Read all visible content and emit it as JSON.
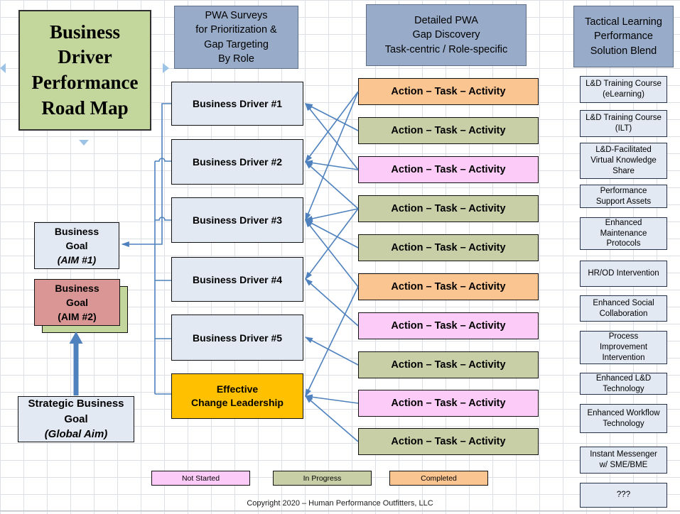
{
  "title": {
    "text": "Business\nDriver\nPerformance\nRoad Map"
  },
  "headers": [
    {
      "label": "PWA Surveys\nfor Prioritization &\nGap Targeting\nBy Role"
    },
    {
      "label": "Detailed PWA\nGap Discovery\nTask-centric / Role-specific"
    },
    {
      "label": "Tactical Learning\nPerformance\nSolution Blend"
    }
  ],
  "drivers": [
    {
      "label": "Business Driver #1"
    },
    {
      "label": "Business Driver #2"
    },
    {
      "label": "Business Driver #3"
    },
    {
      "label": "Business Driver #4"
    },
    {
      "label": "Business Driver #5"
    }
  ],
  "change_leadership": {
    "label": "Effective\nChange Leadership"
  },
  "actions": [
    {
      "label": "Action – Task – Activity",
      "status": "completed"
    },
    {
      "label": "Action – Task – Activity",
      "status": "in_progress"
    },
    {
      "label": "Action – Task – Activity",
      "status": "not_started"
    },
    {
      "label": "Action – Task – Activity",
      "status": "in_progress"
    },
    {
      "label": "Action – Task – Activity",
      "status": "in_progress"
    },
    {
      "label": "Action – Task – Activity",
      "status": "completed"
    },
    {
      "label": "Action – Task – Activity",
      "status": "not_started"
    },
    {
      "label": "Action – Task – Activity",
      "status": "in_progress"
    },
    {
      "label": "Action – Task – Activity",
      "status": "not_started"
    },
    {
      "label": "Action – Task – Activity",
      "status": "in_progress"
    }
  ],
  "solutions": [
    {
      "label": "L&D Training Course\n(eLearning)"
    },
    {
      "label": "L&D Training Course\n(ILT)"
    },
    {
      "label": "L&D-Facilitated\nVirtual Knowledge\nShare"
    },
    {
      "label": "Performance\nSupport Assets"
    },
    {
      "label": "Enhanced\nMaintenance\nProtocols"
    },
    {
      "label": "HR/OD Intervention"
    },
    {
      "label": "Enhanced Social\nCollaboration"
    },
    {
      "label": "Process\nImprovement\nIntervention"
    },
    {
      "label": "Enhanced L&D\nTechnology"
    },
    {
      "label": "Enhanced Workflow\nTechnology"
    },
    {
      "label": "Instant Messenger\nw/ SME/BME"
    },
    {
      "label": "???"
    }
  ],
  "goals": {
    "aim1": {
      "line1": "Business",
      "line2": "Goal",
      "aim": "(AIM #1)"
    },
    "aim2": {
      "line1": "Business",
      "line2": "Goal",
      "aim": "(AIM #2)"
    },
    "strategic": {
      "line1": "Strategic Business",
      "line2": "Goal",
      "aim": "(Global Aim)"
    }
  },
  "legend": [
    {
      "label": "Not Started",
      "status": "not_started"
    },
    {
      "label": "In Progress",
      "status": "in_progress"
    },
    {
      "label": "Completed",
      "status": "completed"
    }
  ],
  "copyright": "Copyright 2020 – Human Performance Outfitters, LLC",
  "colors": {
    "title_bg": "#C3D69B",
    "header_bg": "#98ACC9",
    "box_bg": "#E3E9F3",
    "not_started": "#FCCBF8",
    "in_progress": "#C8CEA6",
    "completed": "#FBC592",
    "gold": "#FFC000",
    "goal_red": "#D99694",
    "shadow_green": "#C3D69B",
    "connector": "#4E81BD",
    "marker_triangle": "#9DC3E6"
  }
}
